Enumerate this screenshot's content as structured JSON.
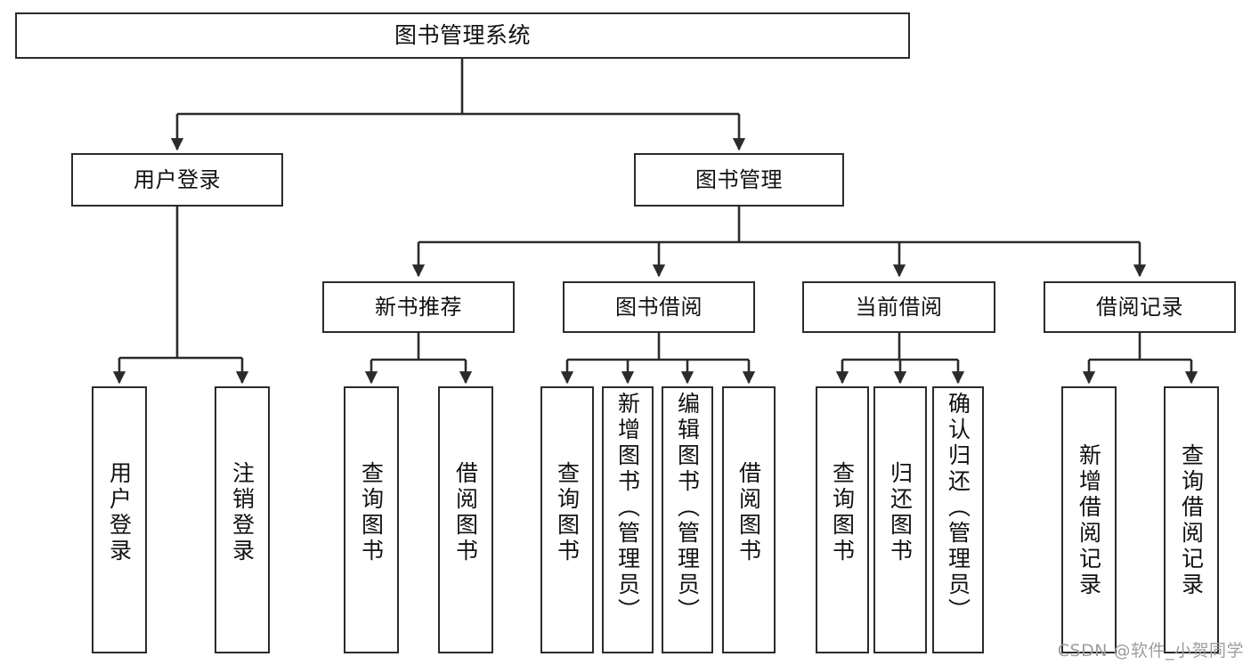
{
  "diagram": {
    "type": "tree",
    "title": "图书管理系统",
    "watermark": "CSDN @软件_小贺同学",
    "colors": {
      "stroke": "#2b2b2b",
      "fill": "#ffffff",
      "text": "#111111",
      "watermark": "#9d9d9d"
    },
    "nodes": {
      "root": {
        "label": "图书管理系统"
      },
      "level2": [
        {
          "id": "user-login",
          "label": "用户登录"
        },
        {
          "id": "book-manage",
          "label": "图书管理"
        }
      ],
      "level3": [
        {
          "id": "new-book-rec",
          "label": "新书推荐"
        },
        {
          "id": "book-borrow",
          "label": "图书借阅"
        },
        {
          "id": "current-borrow",
          "label": "当前借阅"
        },
        {
          "id": "borrow-record",
          "label": "借阅记录"
        }
      ],
      "leaves": {
        "user_login": [
          {
            "id": "leaf-user-login",
            "label": "用户登录"
          },
          {
            "id": "leaf-logout",
            "label": "注销登录"
          }
        ],
        "new_book_rec": [
          {
            "id": "leaf-query-book-1",
            "label": "查询图书"
          },
          {
            "id": "leaf-borrow-book-1",
            "label": "借阅图书"
          }
        ],
        "book_borrow": [
          {
            "id": "leaf-query-book-2",
            "label": "查询图书"
          },
          {
            "id": "leaf-add-book",
            "label": "新增图书（管理员）"
          },
          {
            "id": "leaf-edit-book",
            "label": "编辑图书（管理员）"
          },
          {
            "id": "leaf-borrow-book-2",
            "label": "借阅图书"
          }
        ],
        "current_borrow": [
          {
            "id": "leaf-query-book-3",
            "label": "查询图书"
          },
          {
            "id": "leaf-return-book",
            "label": "归还图书"
          },
          {
            "id": "leaf-confirm-return",
            "label": "确认归还（管理员）"
          }
        ],
        "borrow_record": [
          {
            "id": "leaf-add-record",
            "label": "新增借阅记录"
          },
          {
            "id": "leaf-query-record",
            "label": "查询借阅记录"
          }
        ]
      }
    },
    "edges": [
      {
        "from": "图书管理系统",
        "to": "用户登录"
      },
      {
        "from": "图书管理系统",
        "to": "图书管理"
      },
      {
        "from": "用户登录",
        "to": "用户登录"
      },
      {
        "from": "用户登录",
        "to": "注销登录"
      },
      {
        "from": "图书管理",
        "to": "新书推荐"
      },
      {
        "from": "图书管理",
        "to": "图书借阅"
      },
      {
        "from": "图书管理",
        "to": "当前借阅"
      },
      {
        "from": "图书管理",
        "to": "借阅记录"
      },
      {
        "from": "新书推荐",
        "to": "查询图书"
      },
      {
        "from": "新书推荐",
        "to": "借阅图书"
      },
      {
        "from": "图书借阅",
        "to": "查询图书"
      },
      {
        "from": "图书借阅",
        "to": "新增图书（管理员）"
      },
      {
        "from": "图书借阅",
        "to": "编辑图书（管理员）"
      },
      {
        "from": "图书借阅",
        "to": "借阅图书"
      },
      {
        "from": "当前借阅",
        "to": "查询图书"
      },
      {
        "from": "当前借阅",
        "to": "归还图书"
      },
      {
        "from": "当前借阅",
        "to": "确认归还（管理员）"
      },
      {
        "from": "借阅记录",
        "to": "新增借阅记录"
      },
      {
        "from": "借阅记录",
        "to": "查询借阅记录"
      }
    ]
  }
}
